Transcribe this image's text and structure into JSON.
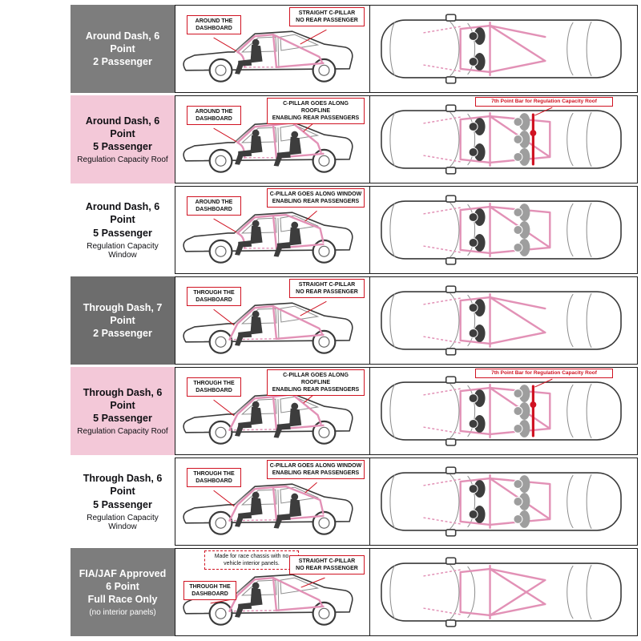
{
  "colors": {
    "label_gray": "#7d7d7d",
    "label_dark_gray": "#6d6d6d",
    "label_pink": "#f3c8d8",
    "label_white": "#ffffff",
    "cage_pink": "#e291b6",
    "callout_red": "#d01322",
    "car_outline": "#3a3a3a",
    "occupant_dark": "#3d3d3d",
    "occupant_gray": "#9e9e9e"
  },
  "rows": [
    {
      "variant": "gray",
      "label_line1": "Around Dash, 6 Point",
      "label_line2": "2 Passenger",
      "sublabel": "",
      "callout_dashboard": "AROUND THE\nDASHBOARD",
      "callout_cpillar": "STRAIGHT C-PILLAR\nNO REAR PASSENGER"
    },
    {
      "variant": "pink",
      "label_line1": "Around Dash, 6 Point",
      "label_line2": "5 Passenger",
      "sublabel": "Regulation Capacity Roof",
      "callout_dashboard": "AROUND THE\nDASHBOARD",
      "callout_cpillar": "C-PILLAR GOES ALONG ROOFLINE\nENABLING REAR PASSENGERS",
      "callout_7th_point": "7th Point Bar for Regulation Capacity Roof"
    },
    {
      "variant": "white",
      "label_line1": "Around Dash, 6 Point",
      "label_line2": "5 Passenger",
      "sublabel": "Regulation Capacity Window",
      "callout_dashboard": "AROUND THE\nDASHBOARD",
      "callout_cpillar": "C-PILLAR GOES ALONG WINDOW\nENABLING REAR PASSENGERS"
    },
    {
      "variant": "dark-gray",
      "label_line1": "Through Dash, 7 Point",
      "label_line2": "2 Passenger",
      "sublabel": "",
      "callout_dashboard": "THROUGH THE\nDASHBOARD",
      "callout_cpillar": "STRAIGHT C-PILLAR\nNO REAR PASSENGER"
    },
    {
      "variant": "pink",
      "label_line1": "Through Dash, 6 Point",
      "label_line2": "5 Passenger",
      "sublabel": "Regulation Capacity Roof",
      "callout_dashboard": "THROUGH THE\nDASHBOARD",
      "callout_cpillar": "C-PILLAR GOES ALONG ROOFLINE\nENABLING REAR PASSENGERS",
      "callout_7th_point": "7th Point Bar for Regulation Capacity Roof"
    },
    {
      "variant": "white",
      "label_line1": "Through Dash, 6 Point",
      "label_line2": "5 Passenger",
      "sublabel": "Regulation Capacity Window",
      "callout_dashboard": "THROUGH THE\nDASHBOARD",
      "callout_cpillar": "C-PILLAR GOES ALONG WINDOW\nENABLING REAR PASSENGERS"
    },
    {
      "variant": "gray",
      "label_line1": "FIA/JAF Approved",
      "label_line2": "6 Point",
      "label_line3": "Full Race Only",
      "sublabel": "(no interior panels)",
      "race_note": "Made for race chassis with no\nvehicle interior panels.",
      "callout_dashboard": "THROUGH THE\nDASHBOARD",
      "callout_cpillar": "STRAIGHT C-PILLAR\nNO REAR PASSENGER"
    }
  ]
}
